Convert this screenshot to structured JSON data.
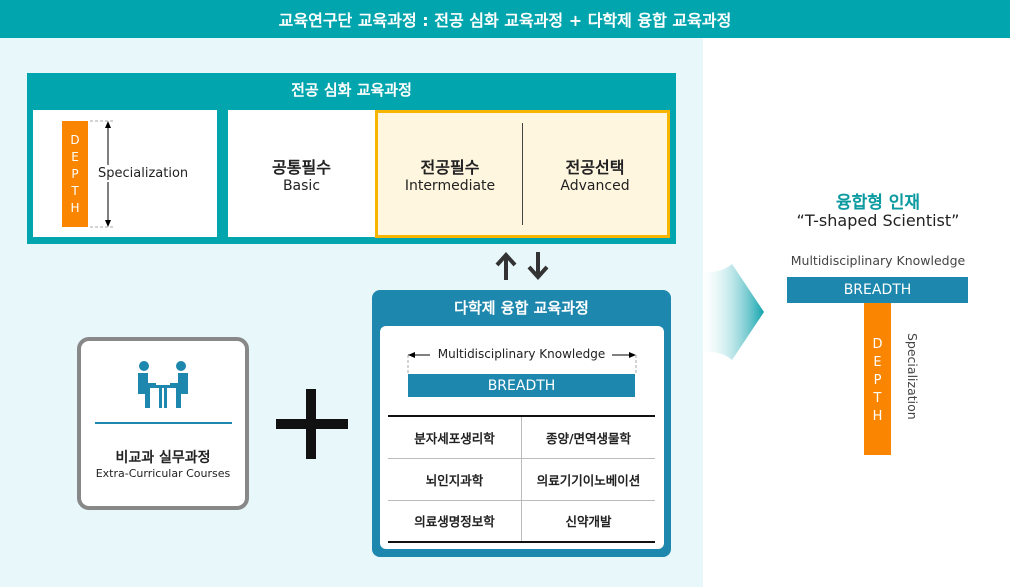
{
  "header": {
    "title": "교육연구단 교육과정 : 전공 심화 교육과정 + 다학제 융합 교육과정"
  },
  "major": {
    "title": "전공 심화 교육과정",
    "depth_letters": [
      "D",
      "E",
      "P",
      "T",
      "H"
    ],
    "specialization": "Specialization",
    "cells": [
      {
        "ko": "공통필수",
        "en": "Basic"
      },
      {
        "ko": "전공필수",
        "en": "Intermediate"
      },
      {
        "ko": "전공선택",
        "en": "Advanced"
      }
    ]
  },
  "multi": {
    "title": "다학제 융합 교육과정",
    "knowledge": "Multidisciplinary Knowledge",
    "breadth": "BREADTH",
    "courses": [
      [
        "분자세포생리학",
        "종양/면역생물학"
      ],
      [
        "뇌인지과학",
        "의료기기이노베이션"
      ],
      [
        "의료생명정보학",
        "신약개발"
      ]
    ]
  },
  "extra": {
    "title": "비교과 실무과정",
    "subtitle": "Extra-Curricular Courses"
  },
  "result": {
    "title": "융합형 인재",
    "subtitle": "“T-shaped Scientist”",
    "knowledge": "Multidisciplinary Knowledge",
    "breadth": "BREADTH",
    "depth_letters": [
      "D",
      "E",
      "P",
      "T",
      "H"
    ],
    "specialization": "Specialization"
  },
  "colors": {
    "teal": "#00a5ad",
    "blue": "#1e87ad",
    "orange": "#f98500",
    "gold": "#f7b500"
  }
}
